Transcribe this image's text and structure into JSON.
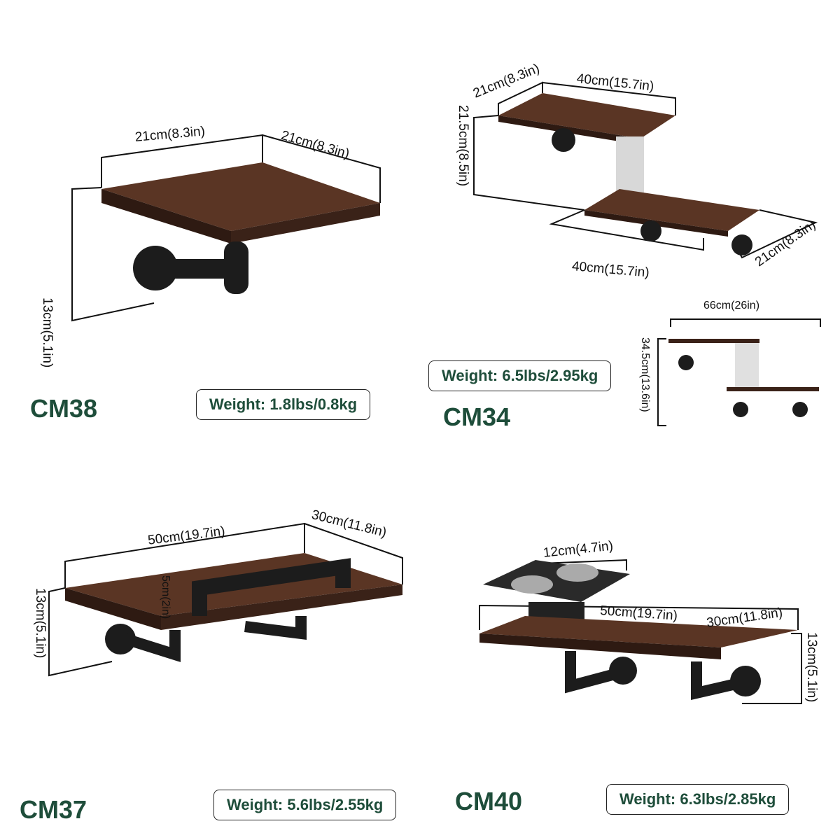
{
  "colors": {
    "model": "#1e4d3a",
    "wood": "#4a2a1c",
    "pipe": "#1c1c1c"
  },
  "products": [
    {
      "model": "CM38",
      "weight": "Weight: 1.8lbs/0.8kg",
      "dims": {
        "width": "21cm(8.3in)",
        "depth": "21cm(8.3in)",
        "height": "13cm(5.1in)"
      }
    },
    {
      "model": "CM34",
      "weight": "Weight: 6.5lbs/2.95kg",
      "dims": {
        "top_depth": "21cm(8.3in)",
        "top_width": "40cm(15.7in)",
        "height": "21.5cm(8.5in)",
        "bottom_width": "40cm(15.7in)",
        "bottom_depth": "21cm(8.3in)",
        "total_width": "66cm(26in)",
        "total_height": "34.5cm(13.6in)"
      }
    },
    {
      "model": "CM37",
      "weight": "Weight: 5.6lbs/2.55kg",
      "dims": {
        "width": "50cm(19.7in)",
        "depth": "30cm(11.8in)",
        "height": "13cm(5.1in)",
        "handle": "5cm(2in)"
      }
    },
    {
      "model": "CM40",
      "weight": "Weight: 6.3lbs/2.85kg",
      "dims": {
        "bowl": "12cm(4.7in)",
        "width": "50cm(19.7in)",
        "depth": "30cm(11.8in)",
        "height": "13cm(5.1in)"
      }
    }
  ]
}
